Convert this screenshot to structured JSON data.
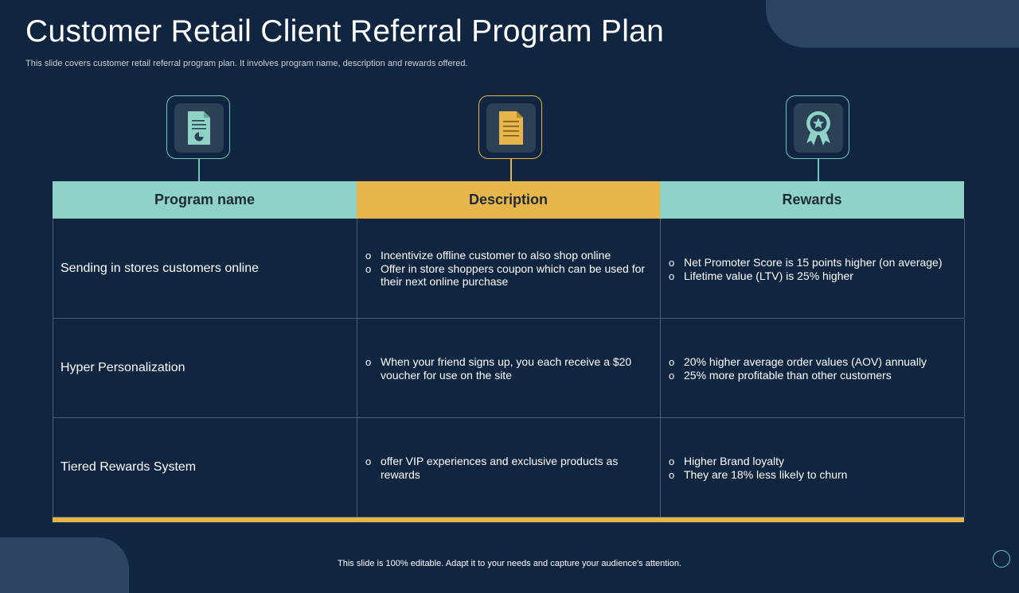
{
  "header": {
    "title": "Customer Retail Client Referral Program Plan",
    "subtitle": "This slide covers customer retail referral program plan. It involves program name, description and rewards offered."
  },
  "icons": [
    {
      "name": "document-chart-icon",
      "color": "#8fd3c7"
    },
    {
      "name": "document-list-icon",
      "color": "#e8b54a"
    },
    {
      "name": "award-ribbon-icon",
      "color": "#8fd3c7"
    }
  ],
  "table": {
    "headers": [
      "Program name",
      "Description",
      "Rewards"
    ],
    "rows": [
      {
        "name": "Sending in stores customers online",
        "description": [
          "Incentivize offline customer to also shop online",
          "Offer in store shoppers coupon which can be used for their next online purchase"
        ],
        "rewards": [
          "Net Promoter Score is 15 points higher (on average)",
          "Lifetime value (LTV) is 25% higher"
        ]
      },
      {
        "name": "Hyper Personalization",
        "description": [
          "When your friend signs up, you each receive a $20 voucher for use on the site"
        ],
        "rewards": [
          "20% higher average order values (AOV) annually",
          "25% more profitable than other customers"
        ]
      },
      {
        "name": "Tiered Rewards System",
        "description": [
          "offer VIP experiences and exclusive products as rewards"
        ],
        "rewards": [
          "Higher Brand loyalty",
          "They are 18% less likely to churn"
        ]
      }
    ],
    "bullet": "o"
  },
  "footer": {
    "text": "This slide is 100% editable. Adapt it to your needs and capture your audience's attention."
  },
  "colors": {
    "background": "#0f2540",
    "teal": "#8fd3c7",
    "gold": "#e8b54a"
  }
}
